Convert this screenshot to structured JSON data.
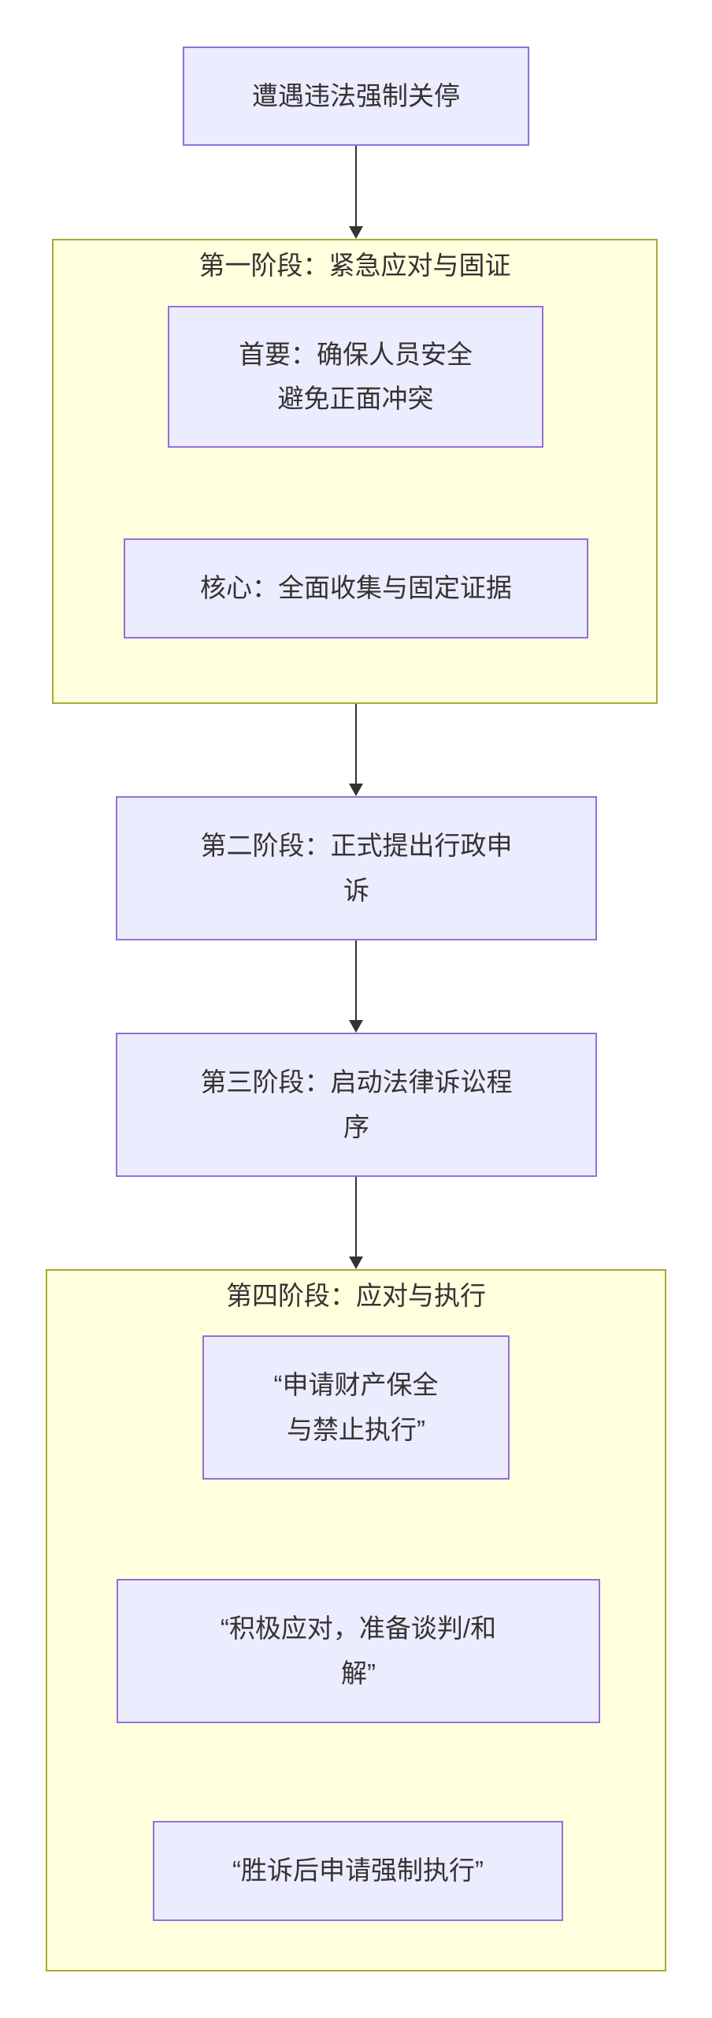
{
  "diagram": {
    "type": "flowchart-top-down",
    "colors": {
      "bg": "#ffffff",
      "node-fill": "#ECECFF",
      "node-border": "#9370DB",
      "cluster-fill": "#FFFFDE",
      "cluster-border": "#AAAA33",
      "text": "#333333",
      "arrow": "#333333"
    },
    "nodes": {
      "start": {
        "line1": "遭遇违法强制关停"
      },
      "stage1": {
        "title": "第一阶段：紧急应对与固证",
        "safety": {
          "line1": "首要：确保人员安全",
          "line2": "避免正面冲突"
        },
        "evidence": {
          "line1": "核心：全面收集与固定证据"
        }
      },
      "stage2": {
        "line1": "第二阶段：正式提出行政申",
        "line2": "诉"
      },
      "stage3": {
        "line1": "第三阶段：启动法律诉讼程",
        "line2": "序"
      },
      "stage4": {
        "title": "第四阶段：应对与执行",
        "preserve": {
          "line1": "“申请财产保全",
          "line2": "与禁止执行”"
        },
        "respond": {
          "line1": "“积极应对，准备谈判/和",
          "line2": "解”"
        },
        "enforce": {
          "line1": "“胜诉后申请强制执行”"
        }
      }
    }
  }
}
